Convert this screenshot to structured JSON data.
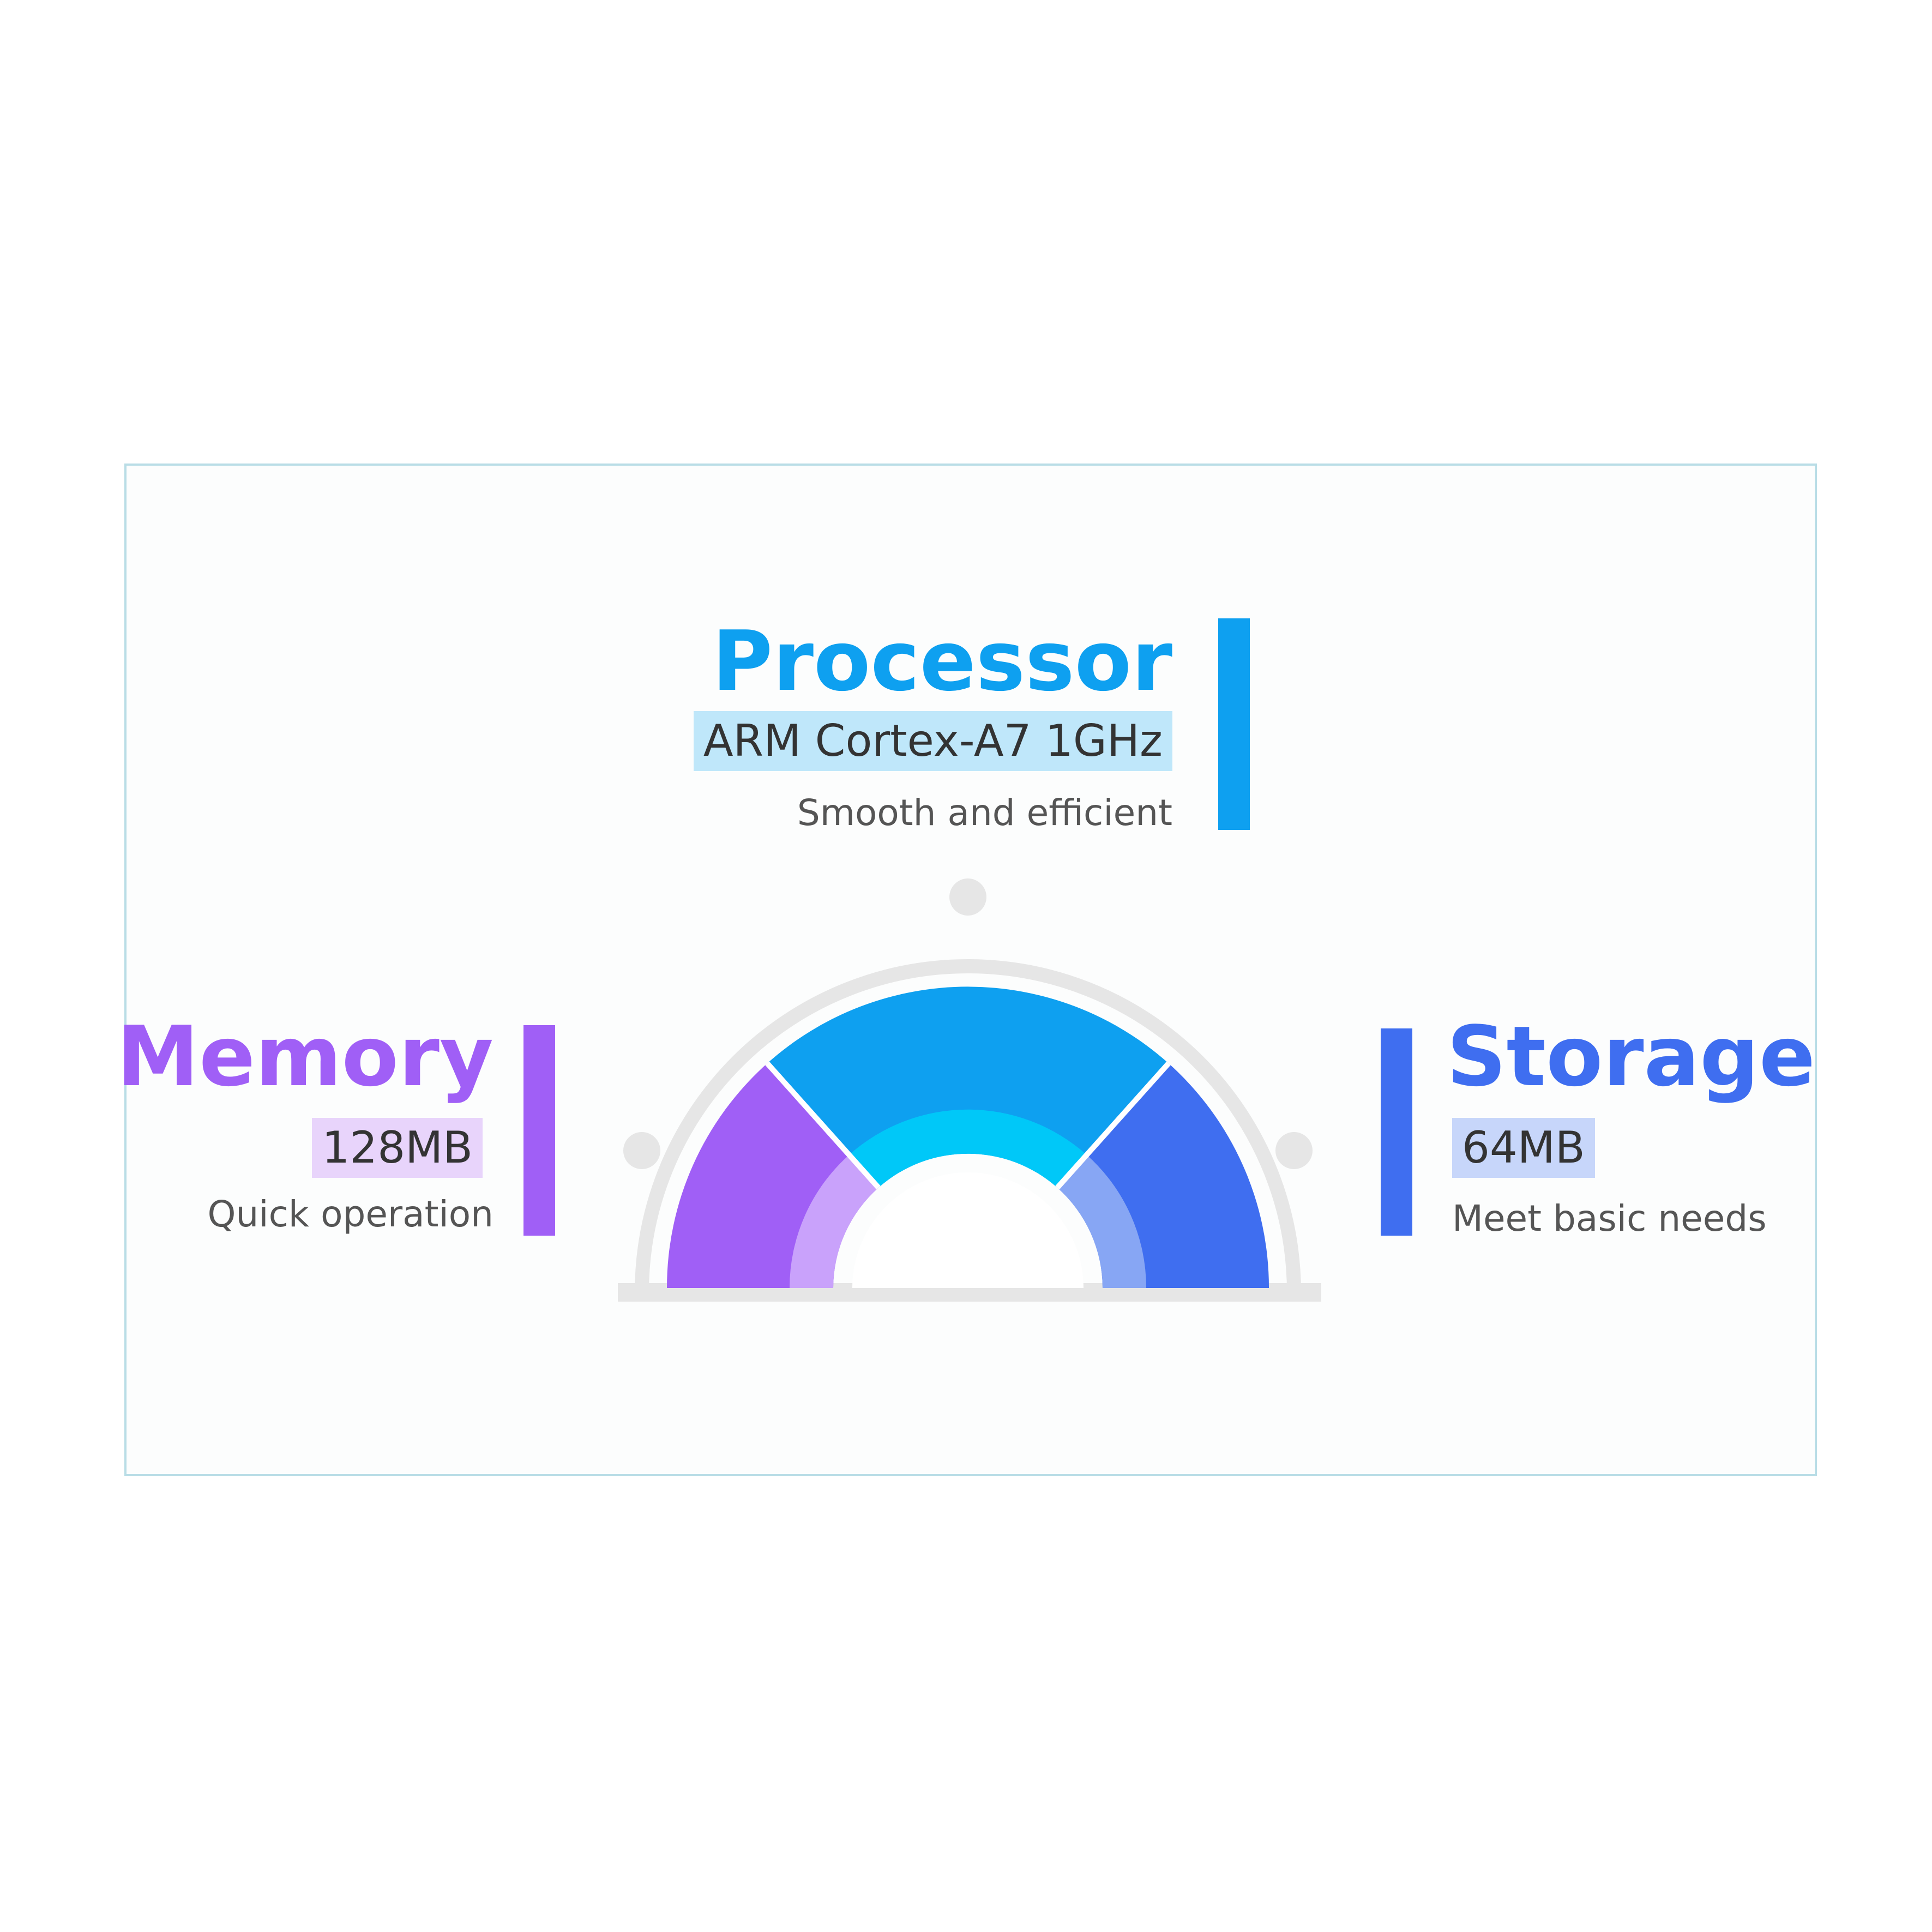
{
  "processor": {
    "title": "Processor",
    "spec": "ARM Cortex-A7 1GHz",
    "description": "Smooth and efficient",
    "color": "#0ea0f0",
    "inner_color": "#00c8f8"
  },
  "memory": {
    "title": "Memory",
    "spec": "128MB",
    "description": "Quick operation",
    "color": "#a05ff6",
    "inner_color": "#c9a2fb"
  },
  "storage": {
    "title": "Storage",
    "spec": "64MB",
    "description": "Meet basic needs",
    "color": "#3f6ef0",
    "inner_color": "#87a6f4"
  },
  "frame_color": "#b9dde6",
  "gauge_track_color": "#e6e6e6"
}
